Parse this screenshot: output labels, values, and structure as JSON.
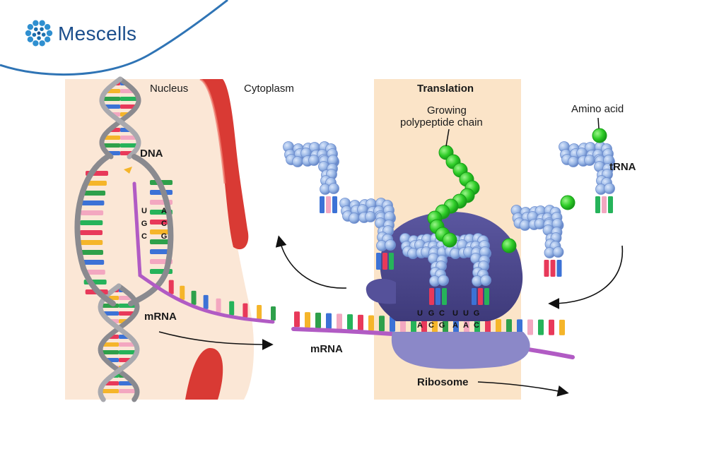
{
  "brand": {
    "name": "Mescells",
    "logo_icon": "molecule-ring-icon",
    "color": "#1b4e8c",
    "arc_color": "#2f74b5"
  },
  "labels": {
    "nucleus": "Nucleus",
    "cytoplasm": "Cytoplasm",
    "dna": "DNA",
    "mrna_left": "mRNA",
    "mrna_right": "mRNA",
    "translation": "Translation",
    "growing_line1": "Growing",
    "growing_line2": "polypeptide chain",
    "amino_acid": "Amino acid",
    "trna": "tRNA",
    "ribosome": "Ribosome"
  },
  "dna_bases": {
    "pairs": [
      [
        "U",
        "A"
      ],
      [
        "G",
        "C"
      ],
      [
        "C",
        "G"
      ]
    ]
  },
  "codons": {
    "top": [
      "U",
      "G",
      "C",
      "U",
      "U",
      "G"
    ],
    "bottom": [
      "A",
      "C",
      "G",
      "A",
      "A",
      "C"
    ]
  },
  "colors": {
    "nucleus_bg": "#fbe7d6",
    "membrane": "#d93a34",
    "translation_bg": "#fbe4c8",
    "mrna_backbone": "#b15bc4",
    "ribosome": "#4f4a8f",
    "ribosome_small": "#8b88c8",
    "trna_body": "#8fb0e0",
    "amino_acid": "#2ecc27",
    "base_colors": [
      "#e8395a",
      "#f5b52a",
      "#2ea04a",
      "#3c72d6",
      "#f3a7c0",
      "#26b35a"
    ]
  }
}
